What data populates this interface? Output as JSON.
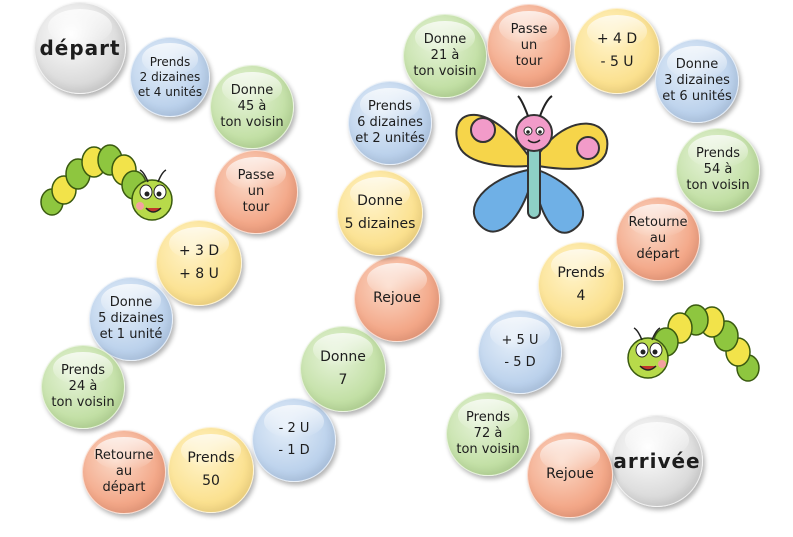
{
  "board": {
    "start": "départ",
    "finish": "arrivée",
    "spaces": [
      {
        "lines": [
          "Prends",
          "2 dizaines",
          "et 4 unités"
        ]
      },
      {
        "lines": [
          "Donne",
          "45 à",
          "ton voisin"
        ]
      },
      {
        "lines": [
          "Passe",
          "un",
          "tour"
        ]
      },
      {
        "lines": [
          "+ 3 D",
          "+ 8 U"
        ]
      },
      {
        "lines": [
          "Donne",
          "5 dizaines",
          "et 1 unité"
        ]
      },
      {
        "lines": [
          "Prends",
          "24 à",
          "ton voisin"
        ]
      },
      {
        "lines": [
          "Retourne",
          "au",
          "départ"
        ]
      },
      {
        "lines": [
          "Prends",
          "50"
        ]
      },
      {
        "lines": [
          "- 2 U",
          "- 1 D"
        ]
      },
      {
        "lines": [
          "Donne",
          "7"
        ]
      },
      {
        "lines": [
          "Rejoue"
        ]
      },
      {
        "lines": [
          "Donne",
          "5 dizaines"
        ]
      },
      {
        "lines": [
          "Prends",
          "6 dizaines",
          "et 2 unités"
        ]
      },
      {
        "lines": [
          "Donne",
          "21 à",
          "ton voisin"
        ]
      },
      {
        "lines": [
          "Passe",
          "un",
          "tour"
        ]
      },
      {
        "lines": [
          "+ 4 D",
          "- 5 U"
        ]
      },
      {
        "lines": [
          "Donne",
          "3 dizaines",
          "et 6 unités"
        ]
      },
      {
        "lines": [
          "Prends",
          "54 à",
          "ton voisin"
        ]
      },
      {
        "lines": [
          "Retourne",
          "au",
          "départ"
        ]
      },
      {
        "lines": [
          "Prends",
          "4"
        ]
      },
      {
        "lines": [
          "+ 5 U",
          "- 5 D"
        ]
      },
      {
        "lines": [
          "Prends",
          "72 à",
          "ton voisin"
        ]
      },
      {
        "lines": [
          "Rejoue"
        ]
      }
    ]
  },
  "colors": {
    "blue": "#bcd2ec",
    "green": "#c3e0a6",
    "orange": "#f3a889",
    "yellow": "#fbe190",
    "grey": "#dcdcdc"
  },
  "decorations": [
    "caterpillar",
    "butterfly",
    "caterpillar"
  ]
}
